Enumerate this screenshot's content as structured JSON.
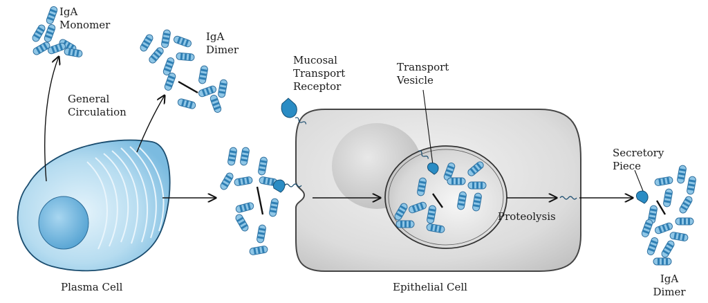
{
  "labels": {
    "iga_monomer": [
      "IgA",
      "Monomer"
    ],
    "iga_dimer_top": [
      "IgA",
      "Dimer"
    ],
    "general_circulation": [
      "General",
      "Circulation"
    ],
    "mucosal_transport_receptor": [
      "Mucosal",
      "Transport",
      "Receptor"
    ],
    "transport_vesicle": [
      "Transport",
      "Vesicle"
    ],
    "secretory_piece": [
      "Secretory",
      "Piece"
    ],
    "proteolysis": "Proteolysis",
    "plasma_cell": "Plasma Cell",
    "epithelial_cell": "Epithelial Cell",
    "iga_dimer_right": [
      "IgA",
      "Dimer"
    ]
  },
  "colors": {
    "antibody_fill": "#8fc6e6",
    "antibody_stripe": "#2f7fb4",
    "plasma_cell_fill": "#b6dcf0",
    "plasma_nucleus": "#6fb5de",
    "epithelial_fill": "#d9d9d9",
    "epithelial_nucleus": "#c4c4c4",
    "vesicle_fill": "#cfcfcf",
    "receptor_fill": "#2a8cc4"
  }
}
